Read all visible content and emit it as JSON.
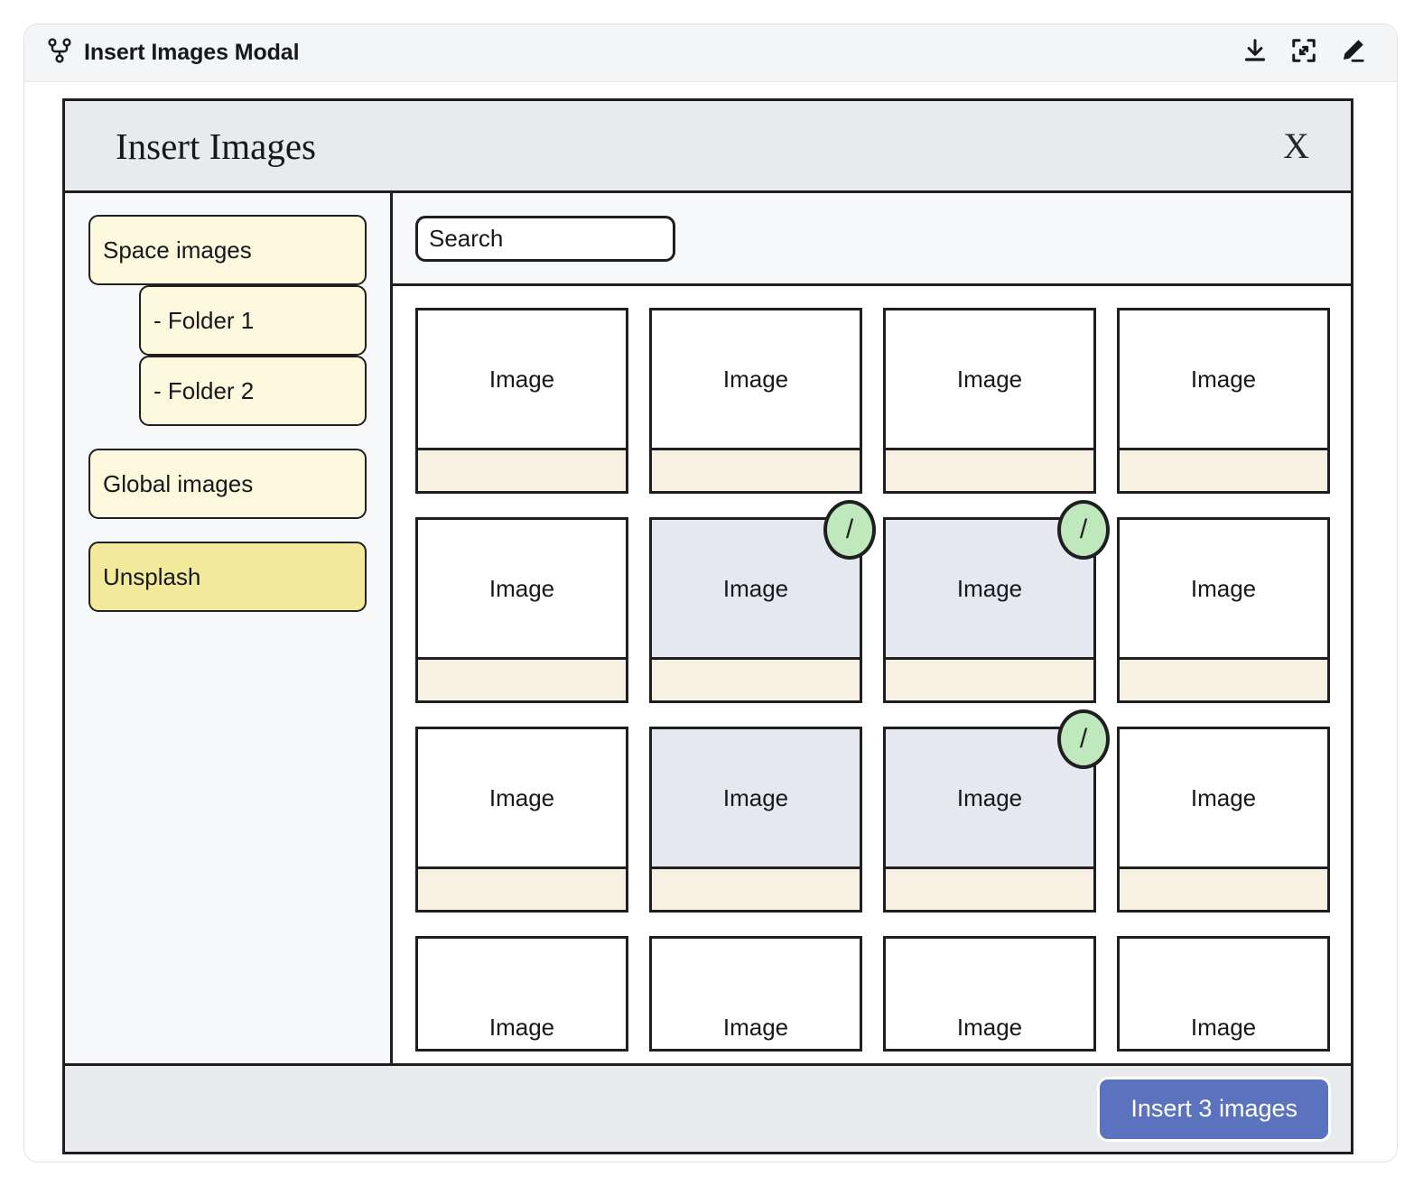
{
  "window": {
    "title": "Insert Images Modal",
    "logo_icon": "git-branch-icon",
    "actions": [
      {
        "name": "download-icon",
        "label": "Download"
      },
      {
        "name": "fullscreen-icon",
        "label": "Fullscreen"
      },
      {
        "name": "edit-icon",
        "label": "Edit"
      }
    ]
  },
  "modal": {
    "title": "Insert Images",
    "close_label": "X"
  },
  "sidebar": {
    "items": [
      {
        "label": "Space images",
        "level": 0,
        "selected": false
      },
      {
        "label": "- Folder 1",
        "level": 1,
        "selected": false
      },
      {
        "label": "- Folder 2",
        "level": 1,
        "selected": false
      },
      {
        "label": "Global images",
        "level": 0,
        "selected": false
      },
      {
        "label": "Unsplash",
        "level": 0,
        "selected": true
      }
    ]
  },
  "search": {
    "placeholder": "Search",
    "value": ""
  },
  "grid": {
    "image_label": "Image",
    "badge_glyph": "/",
    "cells": [
      {
        "label": "Image",
        "selected": false,
        "badge": false,
        "clipped": false
      },
      {
        "label": "Image",
        "selected": false,
        "badge": false,
        "clipped": false
      },
      {
        "label": "Image",
        "selected": false,
        "badge": false,
        "clipped": false
      },
      {
        "label": "Image",
        "selected": false,
        "badge": false,
        "clipped": false
      },
      {
        "label": "Image",
        "selected": false,
        "badge": false,
        "clipped": false
      },
      {
        "label": "Image",
        "selected": true,
        "badge": true,
        "clipped": false
      },
      {
        "label": "Image",
        "selected": true,
        "badge": true,
        "clipped": false
      },
      {
        "label": "Image",
        "selected": false,
        "badge": false,
        "clipped": false
      },
      {
        "label": "Image",
        "selected": false,
        "badge": false,
        "clipped": false
      },
      {
        "label": "Image",
        "selected": true,
        "badge": false,
        "clipped": false
      },
      {
        "label": "Image",
        "selected": true,
        "badge": true,
        "clipped": false
      },
      {
        "label": "Image",
        "selected": false,
        "badge": false,
        "clipped": false
      },
      {
        "label": "Image",
        "selected": false,
        "badge": false,
        "clipped": true
      },
      {
        "label": "Image",
        "selected": false,
        "badge": false,
        "clipped": true
      },
      {
        "label": "Image",
        "selected": false,
        "badge": false,
        "clipped": true
      },
      {
        "label": "Image",
        "selected": false,
        "badge": false,
        "clipped": true
      }
    ]
  },
  "footer": {
    "insert_label": "Insert 3 images",
    "selected_count": 3
  },
  "colors": {
    "accent": "#5b73be",
    "sidebar_item": "#fcf8dd",
    "sidebar_item_selected": "#f2ea9a",
    "badge_green": "#bfe8bd",
    "caption_cream": "#f8f0e3",
    "selected_thumb": "#e6e8ef",
    "outline": "#1f1f22"
  }
}
